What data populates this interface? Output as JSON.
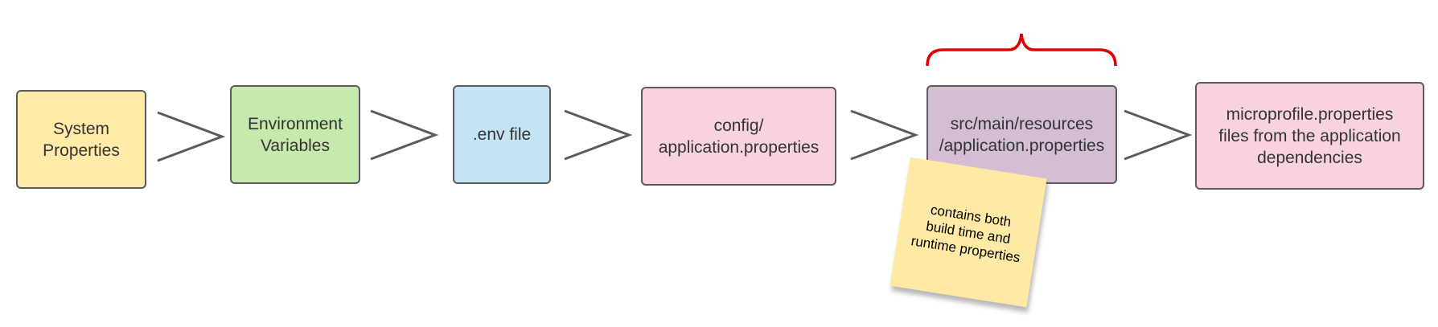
{
  "diagram": {
    "boxes": [
      {
        "label": "System\nProperties"
      },
      {
        "label": "Environment\nVariables"
      },
      {
        "label": ".env file"
      },
      {
        "label": "config/\napplication.properties"
      },
      {
        "label": "src/main/resources\n/application.properties"
      },
      {
        "label": "microprofile.properties\nfiles from the application\ndependencies"
      }
    ],
    "note": {
      "text": "contains both\nbuild time and\nruntime properties"
    },
    "colors": {
      "system_properties": "#ffeaa7",
      "environment_variables": "#c6e9ad",
      "env_file": "#c4e3f5",
      "config_properties": "#f8d3df",
      "resources_properties": "#d3bed3",
      "microprofile_properties": "#f8d3df",
      "note": "#ffeaa5",
      "brace": "#e00000",
      "arrow": "#5b5b5b"
    }
  }
}
